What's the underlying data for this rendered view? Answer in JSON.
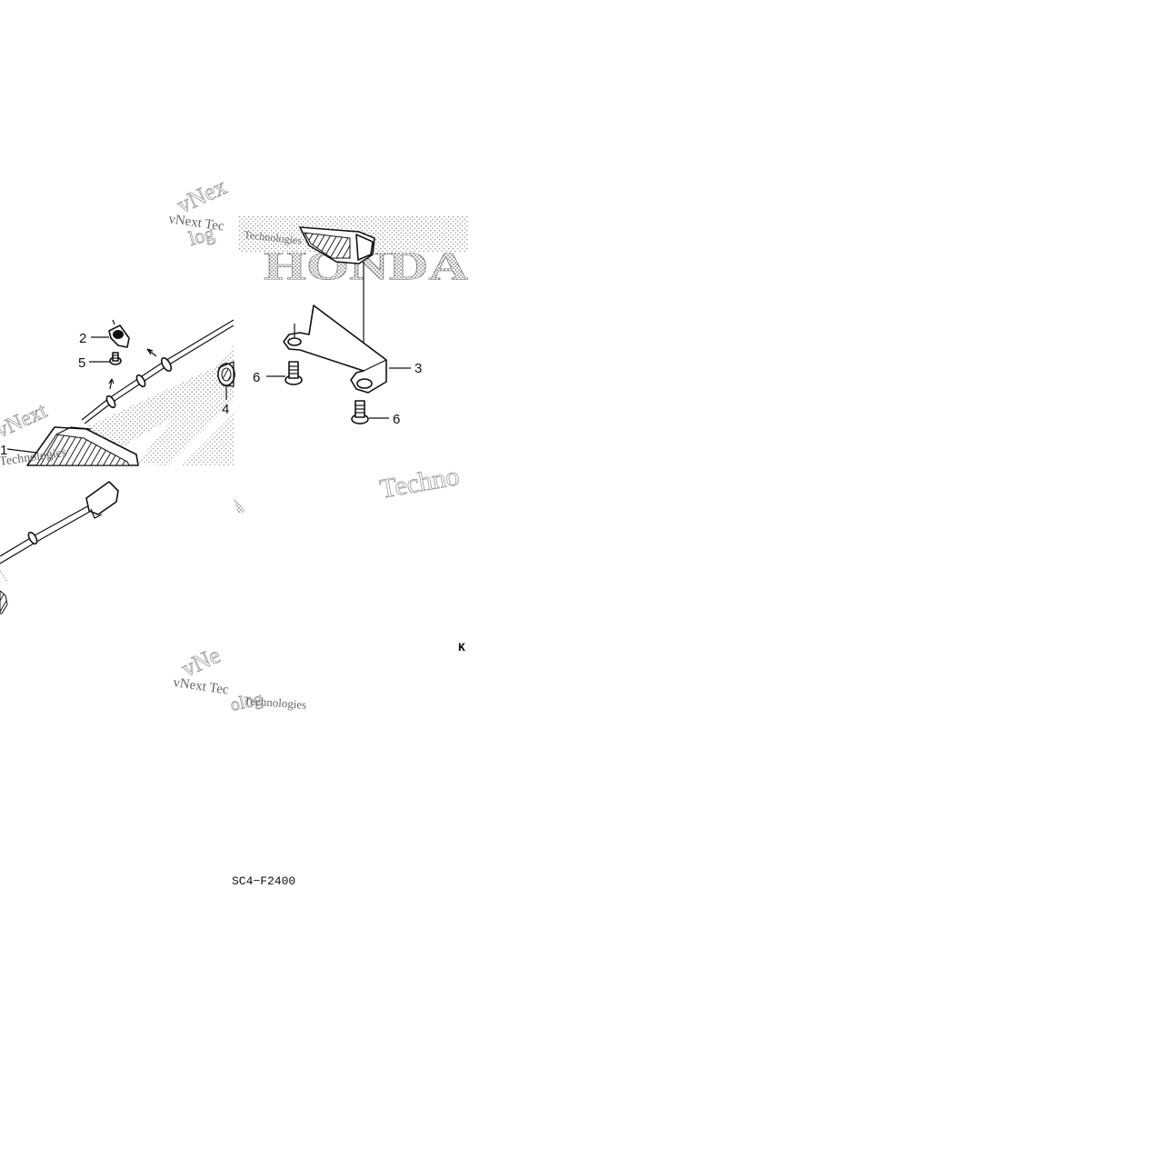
{
  "diagram": {
    "callouts": [
      {
        "id": "c2",
        "label": "2",
        "part": "cable-clamp"
      },
      {
        "id": "c5",
        "label": "5",
        "part": "clamp-screw"
      },
      {
        "id": "c6a",
        "label": "6",
        "part": "bracket-bolt"
      },
      {
        "id": "c3",
        "label": "3",
        "part": "mounting-bracket"
      },
      {
        "id": "c6b",
        "label": "6",
        "part": "bracket-bolt"
      },
      {
        "id": "c4",
        "label": "4",
        "part": "grommet"
      },
      {
        "id": "c1",
        "label": "1",
        "part": "switch-assembly"
      }
    ],
    "figure_code": "SC4−F2400",
    "corner_mark": "K"
  },
  "watermarks": {
    "brand": "HONDA",
    "top_left": "vNext Tec",
    "top_left_2": "Technologies",
    "mid_right": "Techno",
    "lower_left": "vNext Tec",
    "lower_left_2": "Technologies",
    "left_edge": "Technologies",
    "left_edge_2": "vNext"
  },
  "colors": {
    "ink": "#111111",
    "watermark": "#9a9a9a",
    "background": "#ffffff"
  }
}
